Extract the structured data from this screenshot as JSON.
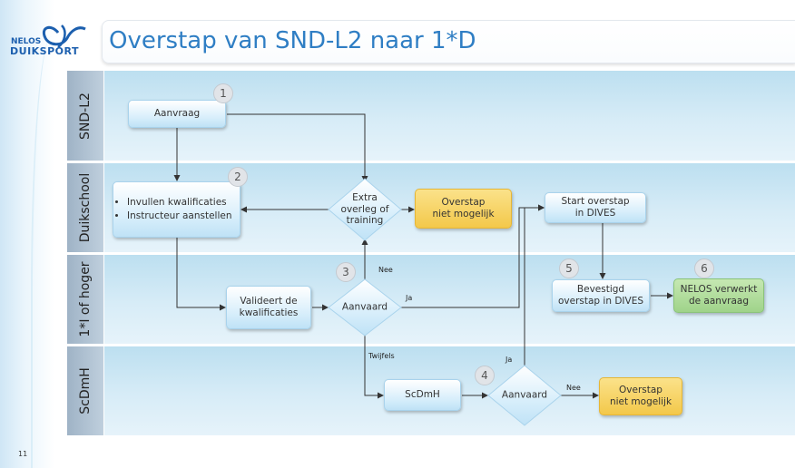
{
  "header": {
    "logo_line1": "NELOS",
    "logo_line2": "DUIKSPORT",
    "title": "Overstap van SND-L2 naar 1*D"
  },
  "slide_number": "11",
  "lanes": [
    "SND-L2",
    "Duikschool",
    "1*I of hoger",
    "ScDmH"
  ],
  "steps": {
    "aanvraag": "Aanvraag",
    "kwalificaties_items": [
      "Invullen kwalificaties",
      "Instructeur aanstellen"
    ],
    "extra_overleg": "Extra\noverleg of\ntraining",
    "overstap_niet_1": "Overstap\nniet mogelijk",
    "start_overstap": "Start overstap\nin DIVES",
    "valideert": "Valideert de\nkwalificaties",
    "aanvaard_1": "Aanvaard",
    "bevestigd": "Bevestigd\noverstap in DIVES",
    "nelos_verwerkt": "NELOS verwerkt\nde aanvraag",
    "scdmh": "ScDmH",
    "aanvaard_2": "Aanvaard",
    "overstap_niet_2": "Overstap\nniet mogelijk"
  },
  "badges": [
    "1",
    "2",
    "3",
    "4",
    "5",
    "6"
  ],
  "edge_labels": {
    "nee_1": "Nee",
    "ja_1": "Ja",
    "twijfels": "Twijfels",
    "ja_2": "Ja",
    "nee_2": "Nee"
  },
  "colors": {
    "title": "#2f7ec4",
    "process_box": "#d7eefb",
    "stop_box": "#f3c84a",
    "end_box": "#9fd38a",
    "lane": "#c9e6f4"
  }
}
